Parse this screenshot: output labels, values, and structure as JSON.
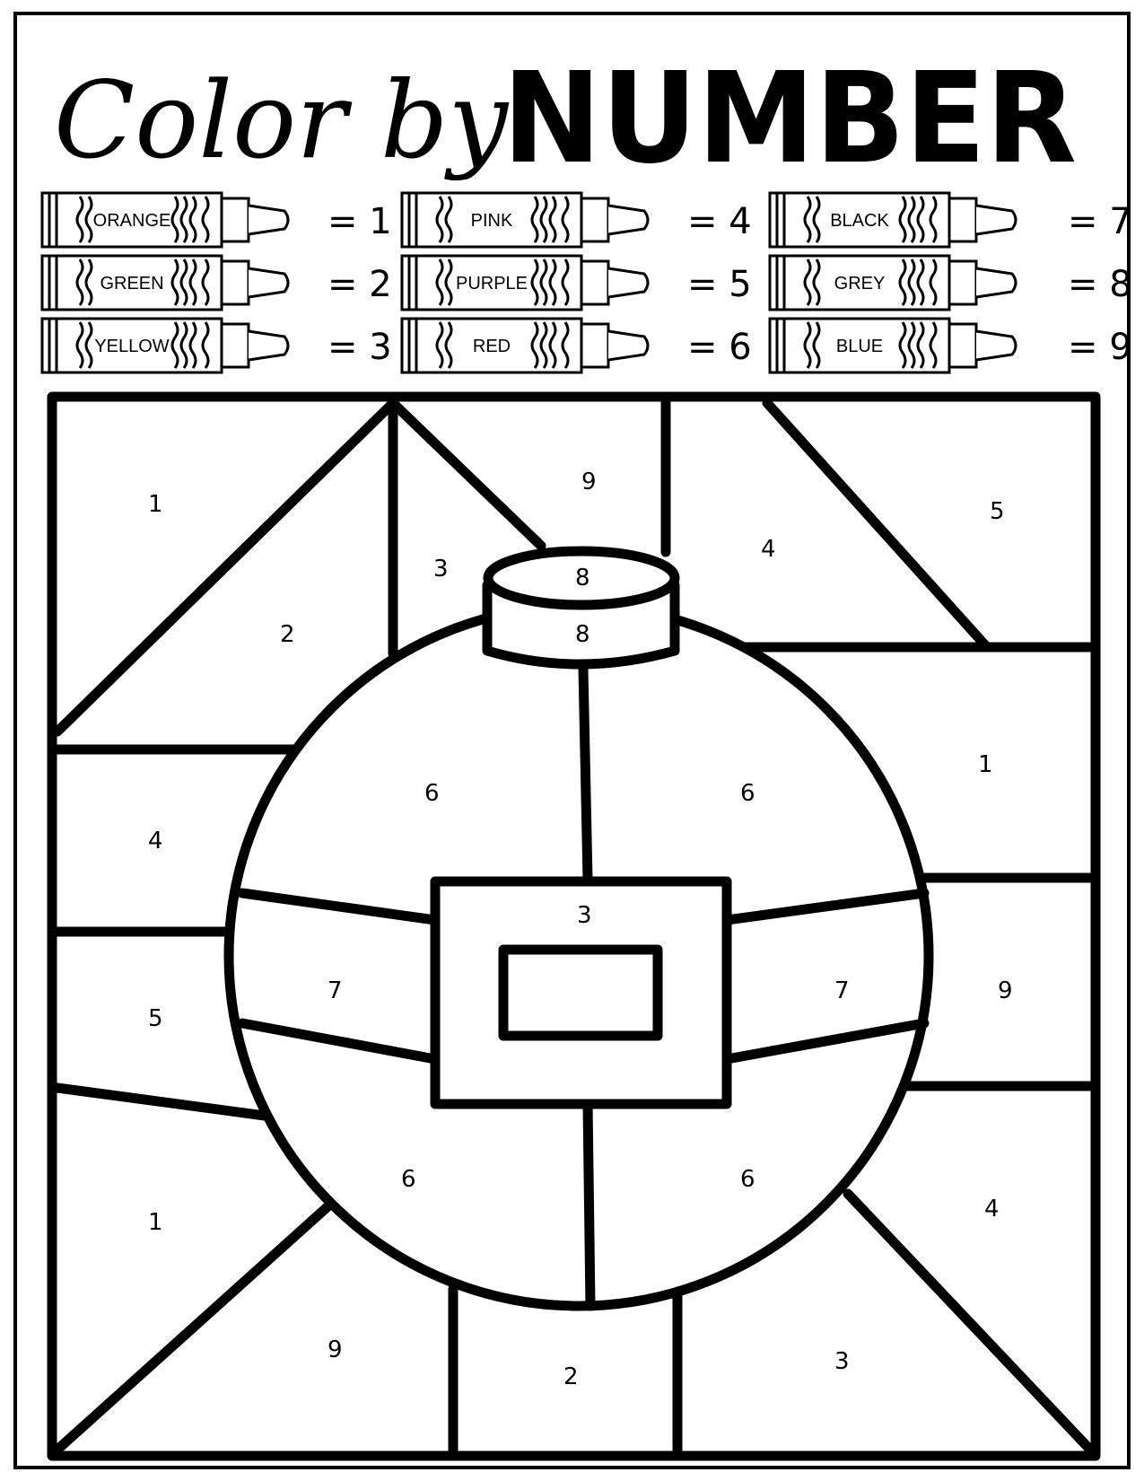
{
  "title": {
    "script": "Color by",
    "block": "NUMBER"
  },
  "key": [
    {
      "color": "ORANGE",
      "number": "1",
      "swatch": "#f28c28"
    },
    {
      "color": "GREEN",
      "number": "2",
      "swatch": "#2e9e44"
    },
    {
      "color": "YELLOW",
      "number": "3",
      "swatch": "#f5d90a"
    },
    {
      "color": "PINK",
      "number": "4",
      "swatch": "#f48fb1"
    },
    {
      "color": "PURPLE",
      "number": "5",
      "swatch": "#8e44ad"
    },
    {
      "color": "RED",
      "number": "6",
      "swatch": "#d62828"
    },
    {
      "color": "BLACK",
      "number": "7",
      "swatch": "#111111"
    },
    {
      "color": "GREY",
      "number": "8",
      "swatch": "#9e9e9e"
    },
    {
      "color": "BLUE",
      "number": "9",
      "swatch": "#1e6fd9"
    }
  ],
  "regions": {
    "top_left_upper": "1",
    "top_left_lower": "2",
    "top_mid_left": "3",
    "top_mid_right": "9",
    "top_right_left": "4",
    "top_right_right": "5",
    "cap_top": "8",
    "cap_side": "8",
    "left_mid_upper": "4",
    "left_mid_lower": "5",
    "right_upper": "1",
    "right_mid": "9",
    "ball_upper_left": "6",
    "ball_upper_right": "6",
    "belt_left": "7",
    "belt_right": "7",
    "buckle": "3",
    "ball_lower_left": "6",
    "ball_lower_right": "6",
    "left_lower": "1",
    "bottom_left": "9",
    "bottom_mid": "2",
    "bottom_right": "3",
    "right_lower": "4"
  }
}
